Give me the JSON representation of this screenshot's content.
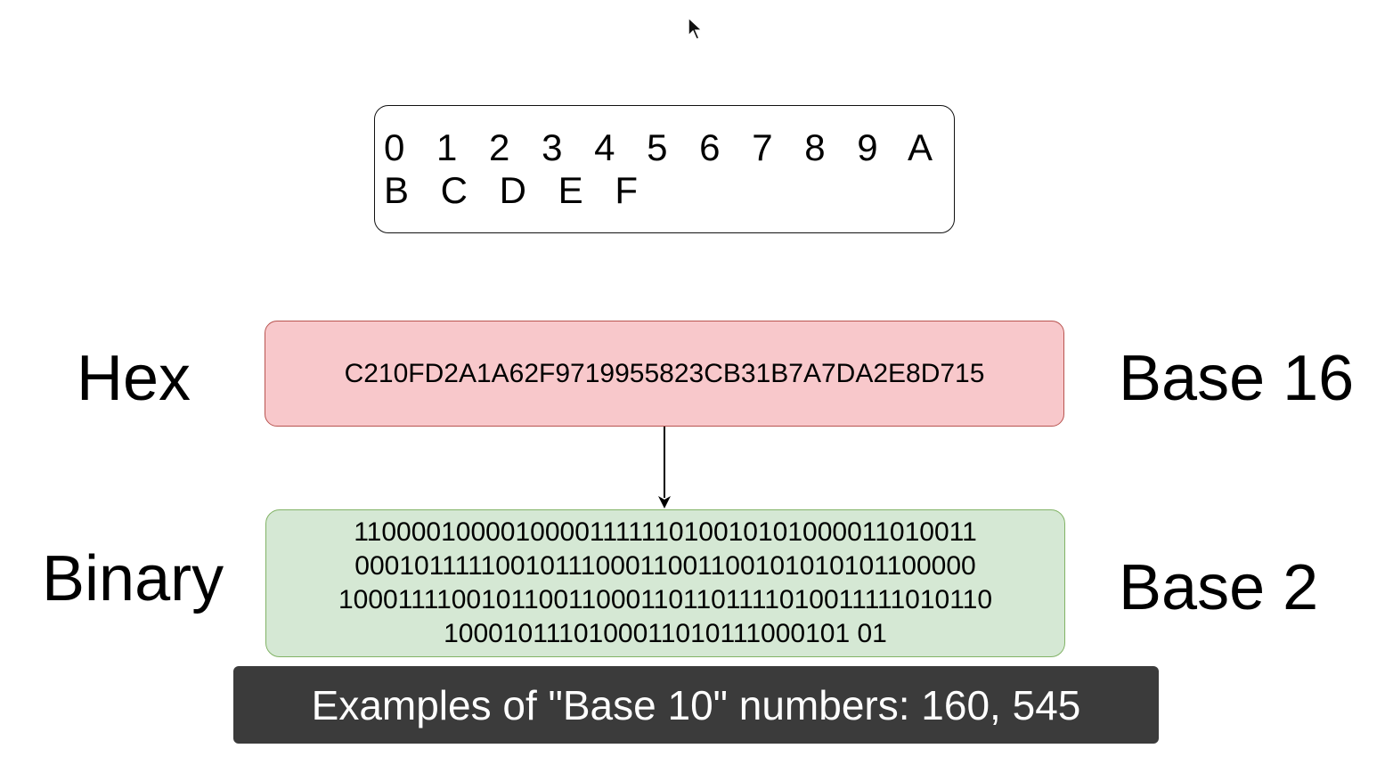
{
  "digits": {
    "text": "0 1 2 3 4 5 6 7 8 9 A B C D E F"
  },
  "hex": {
    "label": "Hex",
    "base_label": "Base 16",
    "value": "C210FD2A1A62F9719955823CB31B7A7DA2E8D715",
    "fill_color": "#f8c8cb",
    "stroke_color": "#b85450"
  },
  "binary": {
    "label": "Binary",
    "base_label": "Base 2",
    "lines": [
      "1100001000010000111111010010101000011010011",
      "0001011111001011100011001100101010101100000",
      "1000111100101100110001101101111010011111010110",
      "1000101110100011010111000101 01"
    ],
    "fill_color": "#d5e8d4",
    "stroke_color": "#82b366"
  },
  "caption": {
    "text": "Examples of \"Base 10\" numbers: 160, 545"
  }
}
